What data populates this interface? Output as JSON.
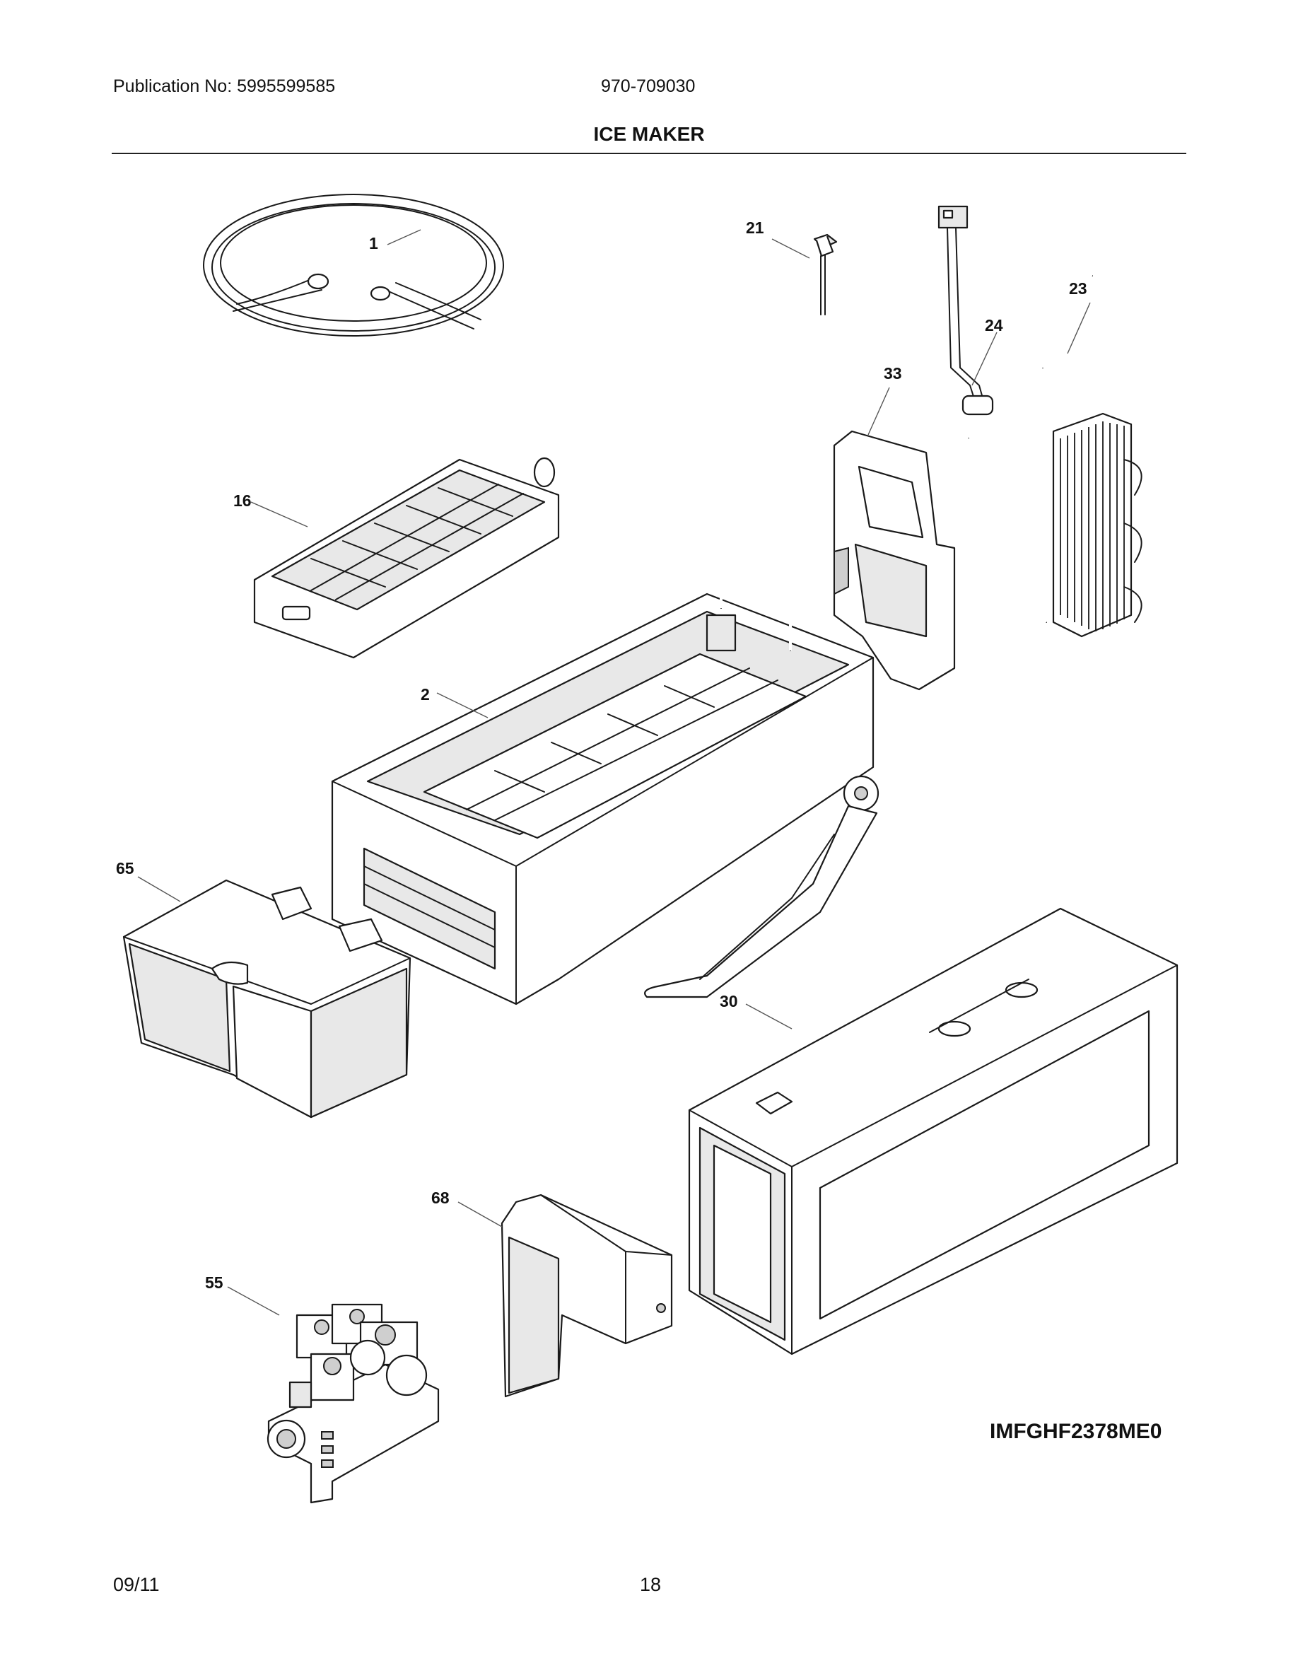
{
  "header": {
    "publication": "Publication No: 5995599585",
    "model_number": "970-709030",
    "title": "ICE MAKER"
  },
  "callouts": {
    "c1": "1",
    "c2": "2",
    "c16": "16",
    "c21": "21",
    "c23": "23",
    "c24": "24",
    "c30": "30",
    "c33": "33",
    "c55": "55",
    "c65": "65",
    "c68": "68"
  },
  "figure_code": "IMFGHF2378ME0",
  "footer": {
    "date": "09/11",
    "page": "18"
  }
}
